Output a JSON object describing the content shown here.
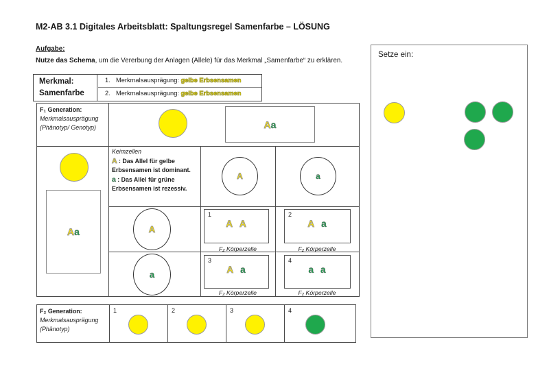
{
  "colors": {
    "pea_yellow": "#FFF200",
    "pea_green": "#1FA84D",
    "allele_yellow": "#FFE600",
    "allele_green": "#1F9B4E"
  },
  "header": {
    "title": "M2-AB 3.1 Digitales Arbeitsblatt: Spaltungsregel Samenfarbe – LÖSUNG",
    "task_label": "Aufgabe:",
    "task_bold": "Nutze das Schema",
    "task_rest": ", um die Vererbung der Anlagen (Allele) für das Merkmal „Samenfarbe“ zu erklären."
  },
  "merkmal_table": {
    "header_line1": "Merkmal:",
    "header_line2": "Samenfarbe",
    "rows": [
      {
        "num": "1.",
        "label": "Merkmalsausprägung: ",
        "value": "gelbe Erbsensamen"
      },
      {
        "num": "2.",
        "label": "Merkmalsausprägung: ",
        "value": "gelbe Erbsensamen"
      }
    ]
  },
  "schema": {
    "f1_label": {
      "line1": "F₁ Generation:",
      "line2": "Merkmalsausprägung",
      "line3": "(Phänotyp/ Genotyp)"
    },
    "f1_genotype": {
      "allele1": "A",
      "allele2": "a"
    },
    "parent_genotype": {
      "allele1": "A",
      "allele2": "a"
    },
    "keimzellen": {
      "title": "Keimzellen",
      "dominant_allele": "A",
      "dominant_text": " : Das Allel für gelbe Erbsensamen ist dominant.",
      "recessive_allele": "a",
      "recessive_text": " : Das Allel für grüne Erbsensamen ist rezessiv."
    },
    "gametes": {
      "top_left": "A",
      "top_right": "a",
      "mid_left": "A",
      "bottom_left": "a"
    },
    "koerperzellen": [
      {
        "num": "1",
        "allele1": "A",
        "allele2": "A",
        "caption": "F₂ Körperzelle"
      },
      {
        "num": "2",
        "allele1": "A",
        "allele2": "a",
        "caption": "F₂ Körperzelle"
      },
      {
        "num": "3",
        "allele1": "A",
        "allele2": "a",
        "caption": "F₂ Körperzelle"
      },
      {
        "num": "4",
        "allele1": "a",
        "allele2": "a",
        "caption": "F₂ Körperzelle"
      }
    ]
  },
  "f2_table": {
    "label": {
      "line1": "F₂ Generation:",
      "line2": "Merkmalsausprägung",
      "line3": "(Phänotyp)"
    },
    "cells": [
      {
        "num": "1",
        "pea": "yellow"
      },
      {
        "num": "2",
        "pea": "yellow"
      },
      {
        "num": "3",
        "pea": "yellow"
      },
      {
        "num": "4",
        "pea": "green"
      }
    ]
  },
  "setze_ein": {
    "label": "Setze ein:",
    "peas": [
      {
        "color": "yellow"
      },
      {
        "color": "green"
      },
      {
        "color": "green"
      },
      {
        "color": "green"
      }
    ]
  }
}
